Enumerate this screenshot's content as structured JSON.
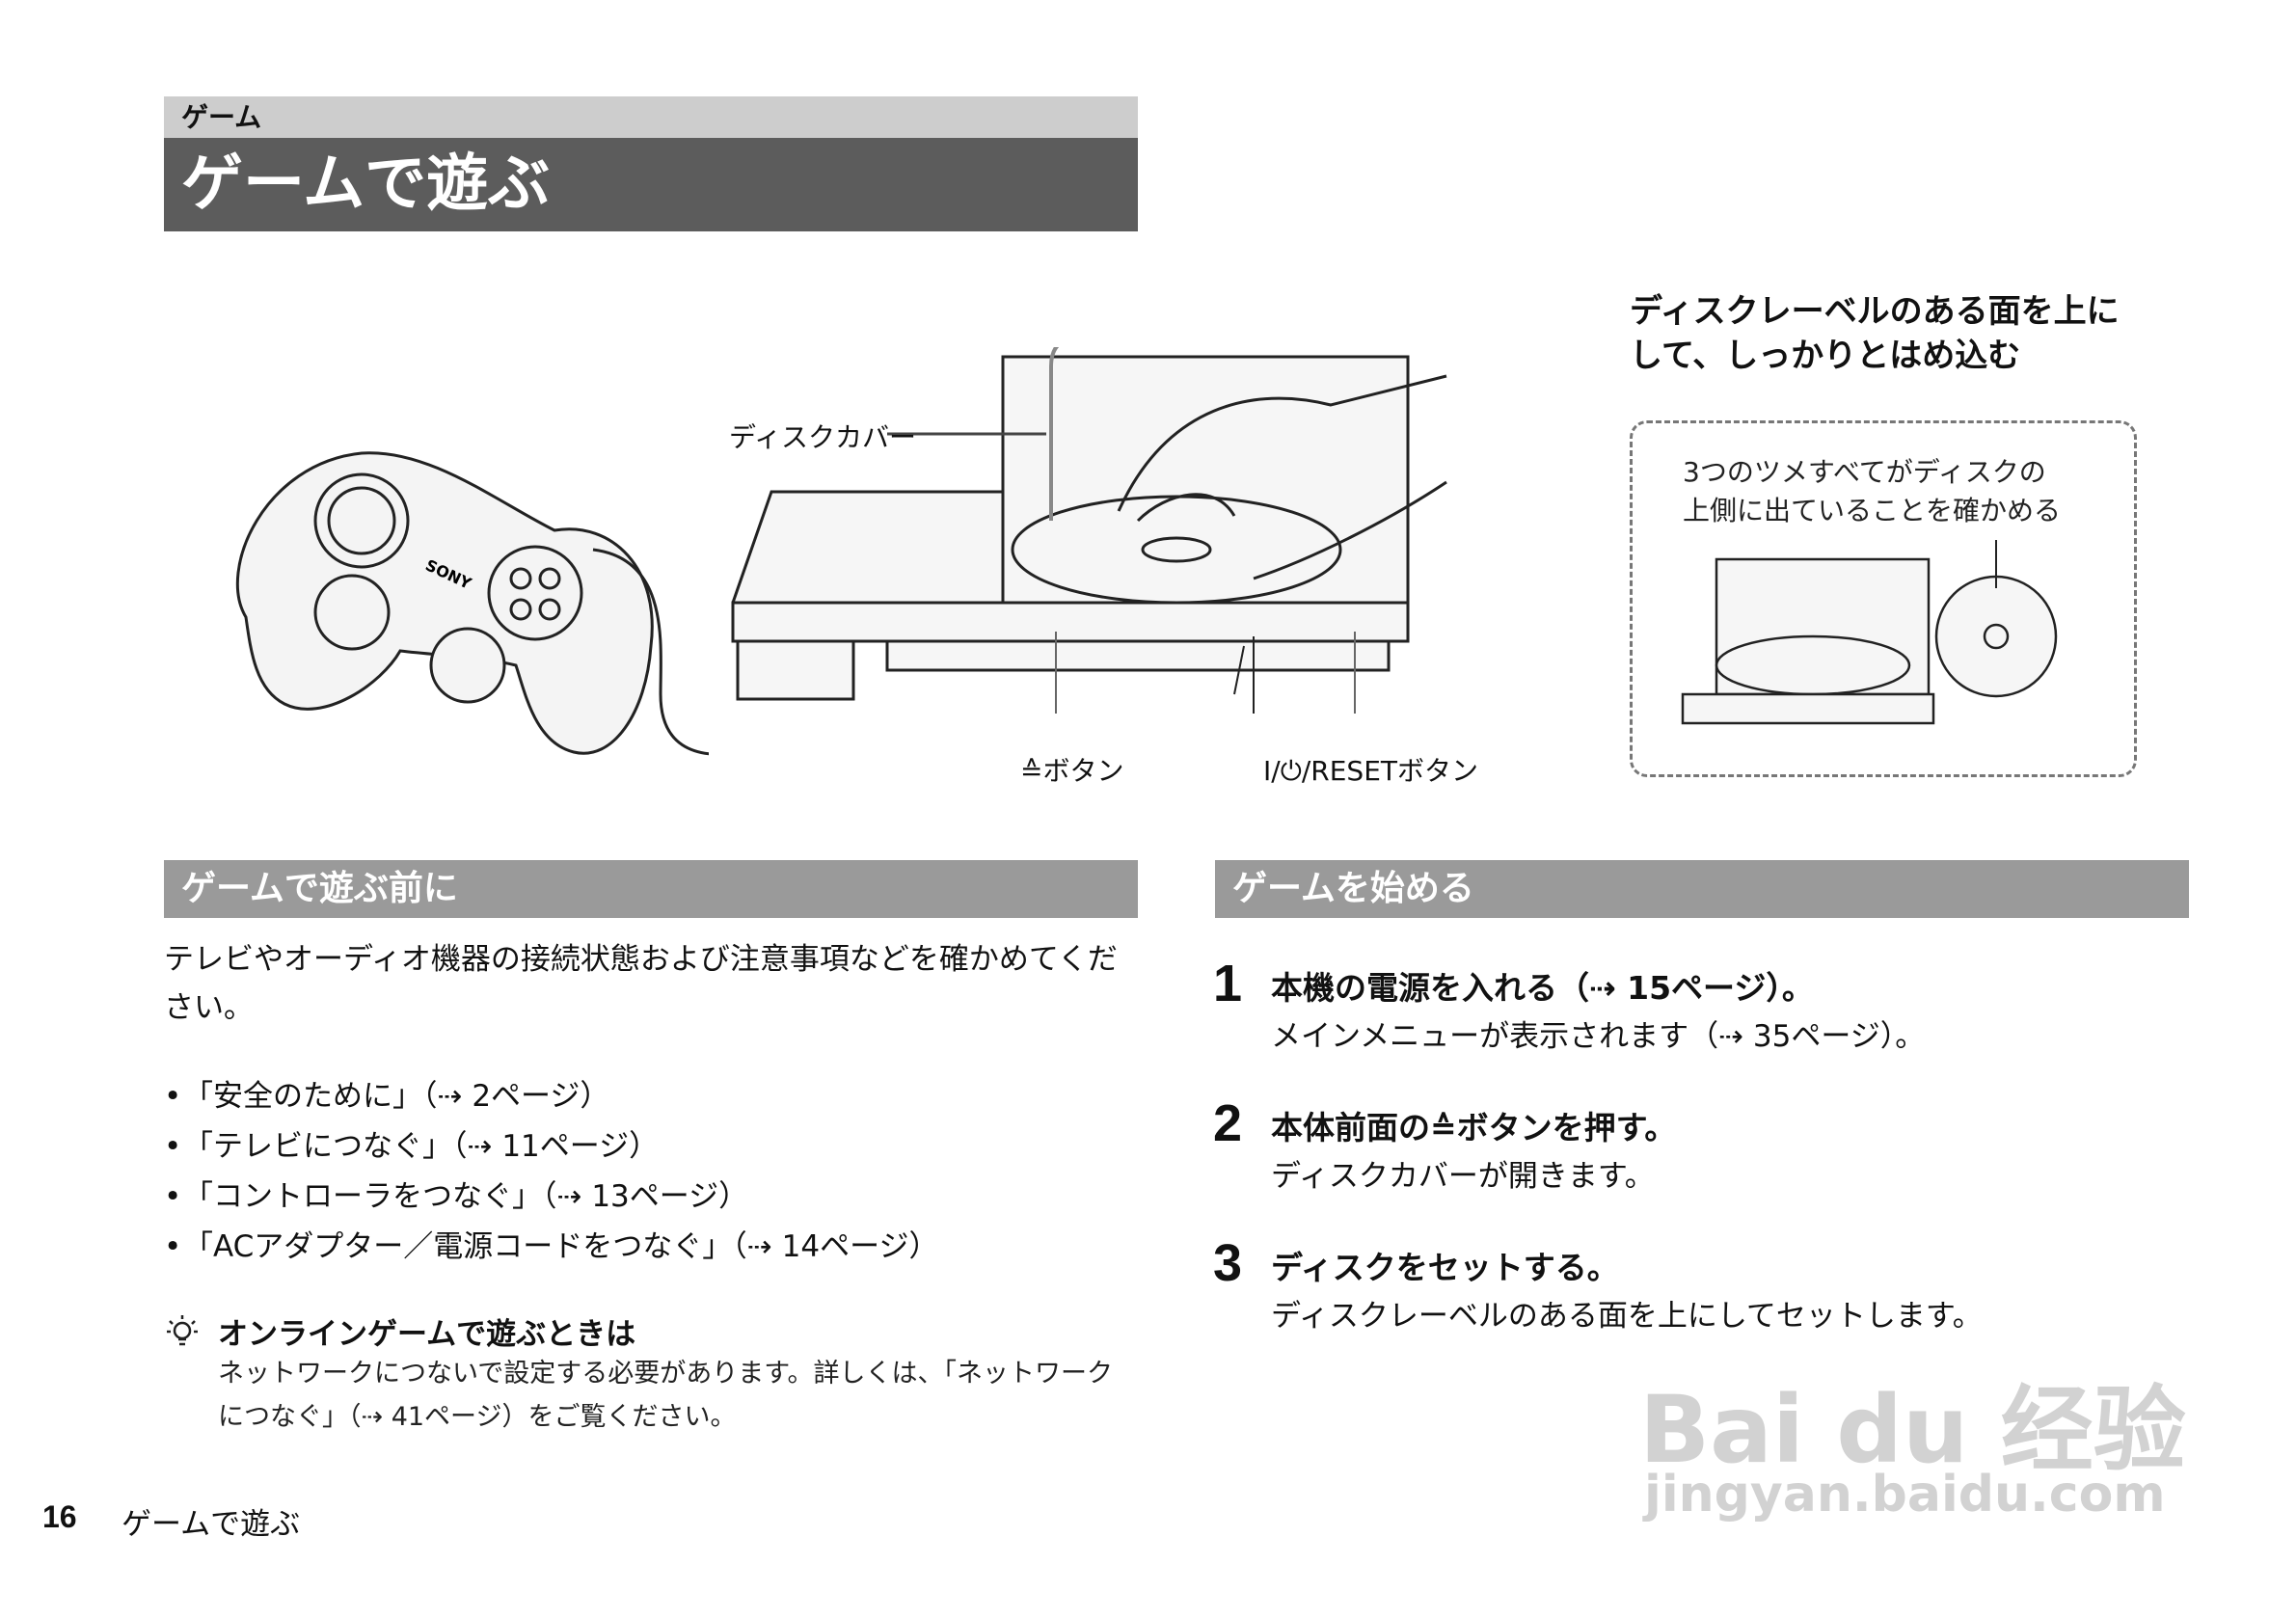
{
  "header": {
    "section_label": "ゲーム",
    "page_title": "ゲームで遊ぶ"
  },
  "illustration": {
    "disc_cover_label": "ディスクカバー",
    "open_button_label": "≙ボタン",
    "reset_button_label": "I/⏻/RESETボタン",
    "disc_instruction": "ディスクレーベルのある面を上にして、しっかりとはめ込む",
    "inset_note": "3つのツメすべてがディスクの上側に出ていることを確かめる",
    "controller_brand": "SONY"
  },
  "before_play": {
    "heading": "ゲームで遊ぶ前に",
    "intro": "テレビやオーディオ機器の接続状態および注意事項などを確かめてください。",
    "items": [
      "「安全のために」（⇢ 2ページ）",
      "「テレビにつなぐ」（⇢ 11ページ）",
      "「コントローラをつなぐ」（⇢ 13ページ）",
      "「ACアダプター／電源コードをつなぐ」（⇢ 14ページ）"
    ],
    "tip": {
      "icon": "lightbulb-icon",
      "title": "オンラインゲームで遊ぶときは",
      "text": "ネットワークにつないで設定する必要があります。詳しくは、「ネットワークにつなぐ」（⇢ 41ページ）をご覧ください。"
    }
  },
  "start_game": {
    "heading": "ゲームを始める",
    "steps": [
      {
        "num": "1",
        "title": "本機の電源を入れる（⇢ 15ページ）。",
        "body": "メインメニューが表示されます（⇢ 35ページ）。"
      },
      {
        "num": "2",
        "title": "本体前面の≙ボタンを押す。",
        "body": "ディスクカバーが開きます。"
      },
      {
        "num": "3",
        "title": "ディスクをセットする。",
        "body": "ディスクレーベルのある面を上にしてセットします。"
      }
    ]
  },
  "footer": {
    "page_number": "16",
    "page_title": "ゲームで遊ぶ"
  },
  "watermark": {
    "logo": "Bai du 经验",
    "url": "jingyan.baidu.com"
  }
}
